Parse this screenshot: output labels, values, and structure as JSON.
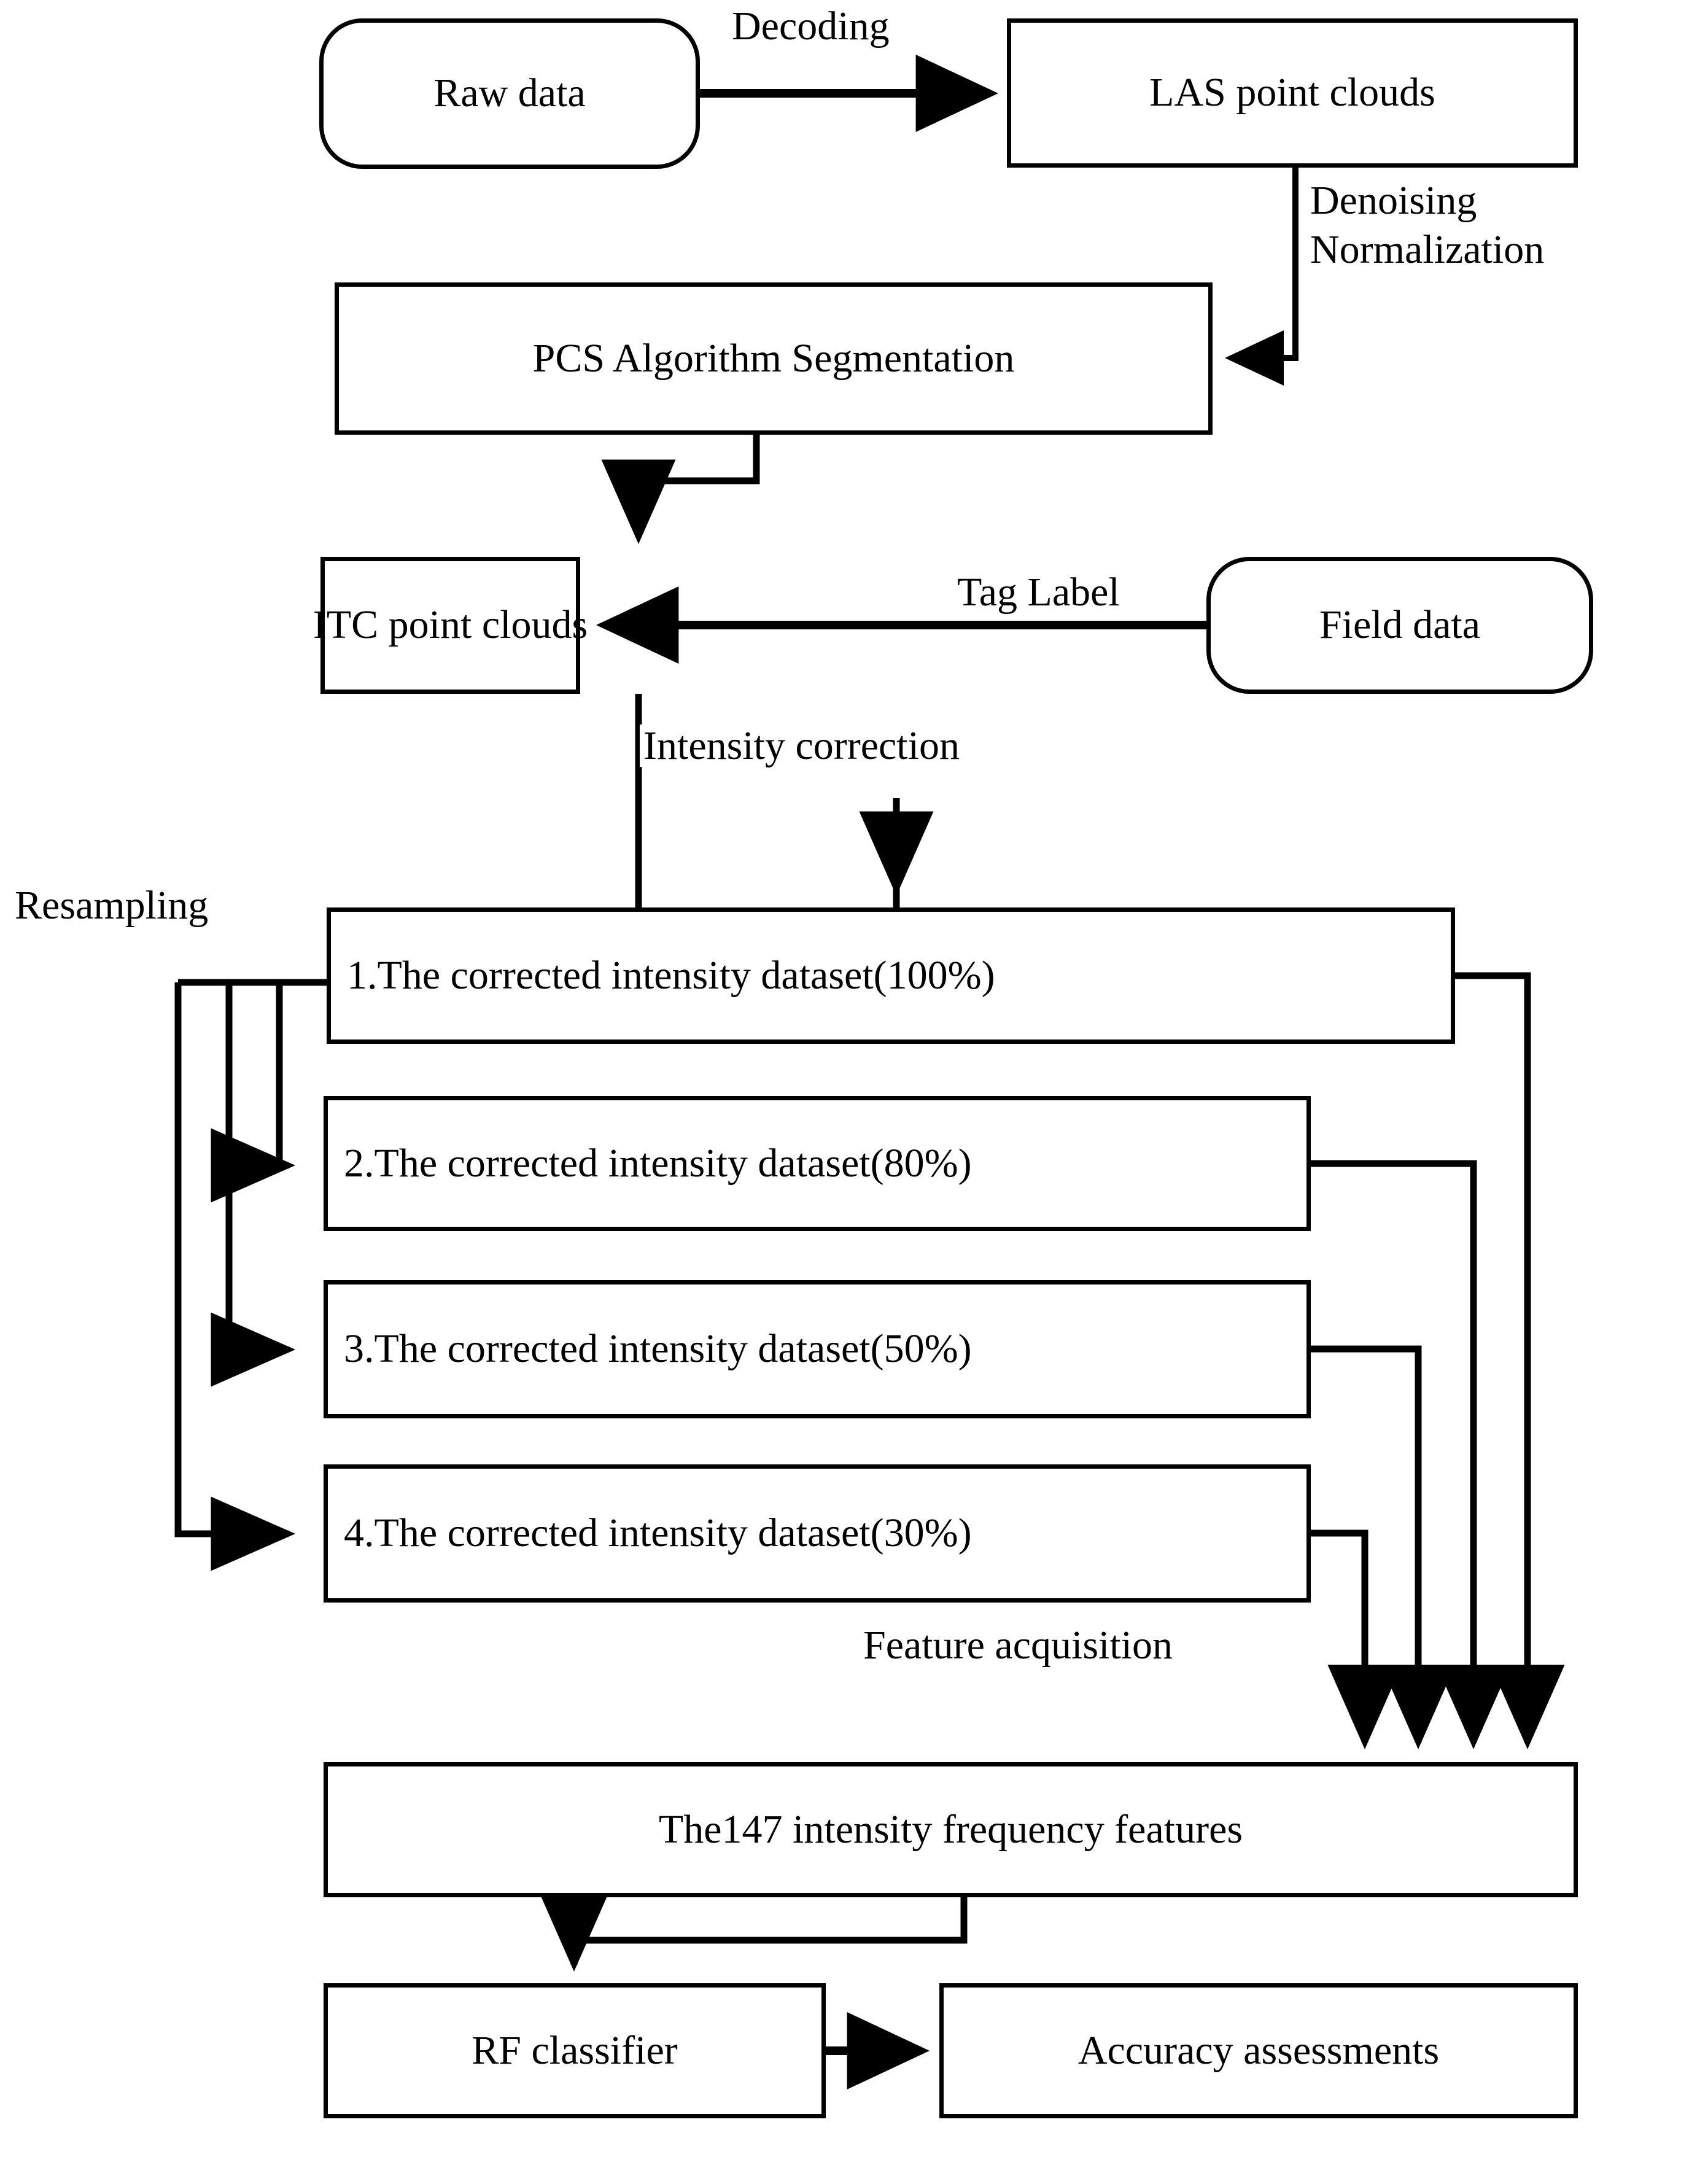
{
  "diagram": {
    "title": "LiDAR intensity correction and classification workflow",
    "nodes": {
      "raw_data": "Raw data",
      "las_point_clouds": "LAS point clouds",
      "pcs_segmentation": "PCS Algorithm Segmentation",
      "itc_point_clouds": "ITC point clouds",
      "field_data": "Field data",
      "dataset_100": "1.The corrected intensity dataset(100%)",
      "dataset_80": "2.The corrected intensity dataset(80%)",
      "dataset_50": "3.The corrected intensity dataset(50%)",
      "dataset_30": "4.The corrected intensity dataset(30%)",
      "features": "The147 intensity frequency features",
      "rf_classifier": "RF classifier",
      "accuracy": "Accuracy assessments"
    },
    "edge_labels": {
      "decoding": "Decoding",
      "denoising": "Denoising",
      "normalization": "Normalization",
      "tag_label": "Tag Label",
      "intensity_correction": "Intensity correction",
      "resampling": "Resampling",
      "feature_acquisition": "Feature acquisition"
    },
    "colors": {
      "stroke": "#000000",
      "fill": "#ffffff",
      "text": "#000000"
    }
  }
}
